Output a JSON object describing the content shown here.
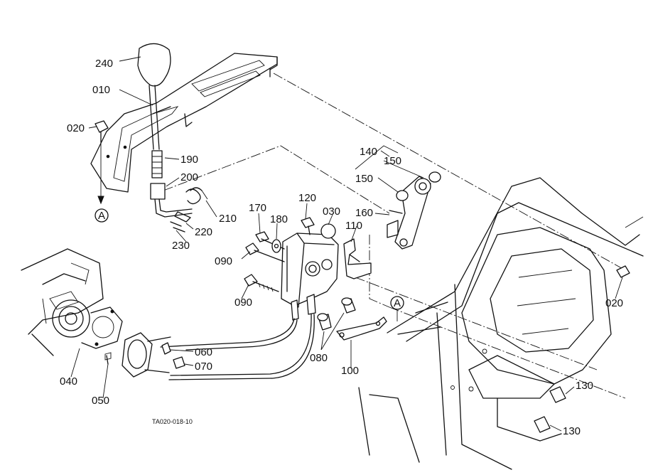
{
  "figure_code": "TA020-018-10",
  "reference_mark": "A",
  "callouts": {
    "p240": "240",
    "p010": "010",
    "p020_left": "020",
    "p020_right": "020",
    "p190": "190",
    "p200": "200",
    "p210": "210",
    "p220": "220",
    "p230": "230",
    "p140": "140",
    "p150_a": "150",
    "p150_b": "150",
    "p160": "160",
    "p110": "110",
    "p120": "120",
    "p170": "170",
    "p180": "180",
    "p030": "030",
    "p090_a": "090",
    "p090_b": "090",
    "p080": "080",
    "p100": "100",
    "p040": "040",
    "p050": "050",
    "p060": "060",
    "p070": "070",
    "p130_a": "130",
    "p130_b": "130"
  }
}
